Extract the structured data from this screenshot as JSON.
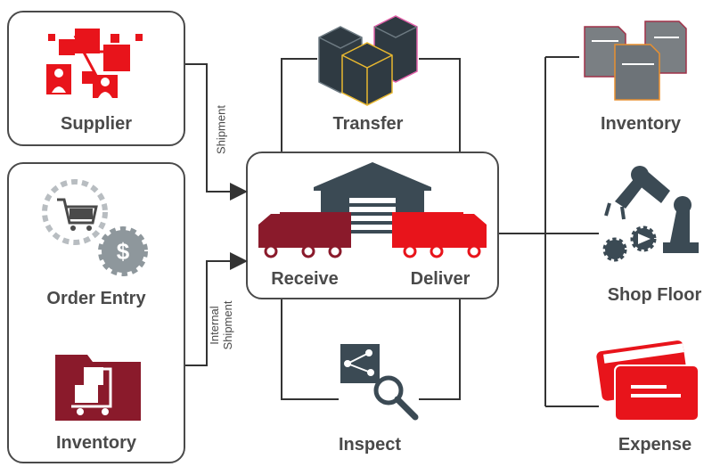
{
  "nodes": {
    "supplier": "Supplier",
    "order_entry": "Order Entry",
    "inventory_left": "Inventory",
    "transfer": "Transfer",
    "receive": "Receive",
    "deliver": "Deliver",
    "inspect": "Inspect",
    "inventory_right": "Inventory",
    "shop_floor": "Shop Floor",
    "expense": "Expense"
  },
  "edges": {
    "shipment": "Shipment",
    "internal_line1": "Internal",
    "internal_line2": "Shipment"
  },
  "colors": {
    "red": "#e8141b",
    "maroon": "#8a1a2b",
    "dark_gray": "#4a4a4a",
    "slate": "#3b4a54",
    "light_gray": "#b8bdc1"
  },
  "icons": [
    "supplier-network-icon",
    "cart-gear-icon",
    "dollar-gear-icon",
    "hand-truck-folder-icon",
    "boxes-icon",
    "warehouse-icon",
    "truck-icon",
    "share-search-icon",
    "robot-arm-icon",
    "credit-card-icon"
  ]
}
